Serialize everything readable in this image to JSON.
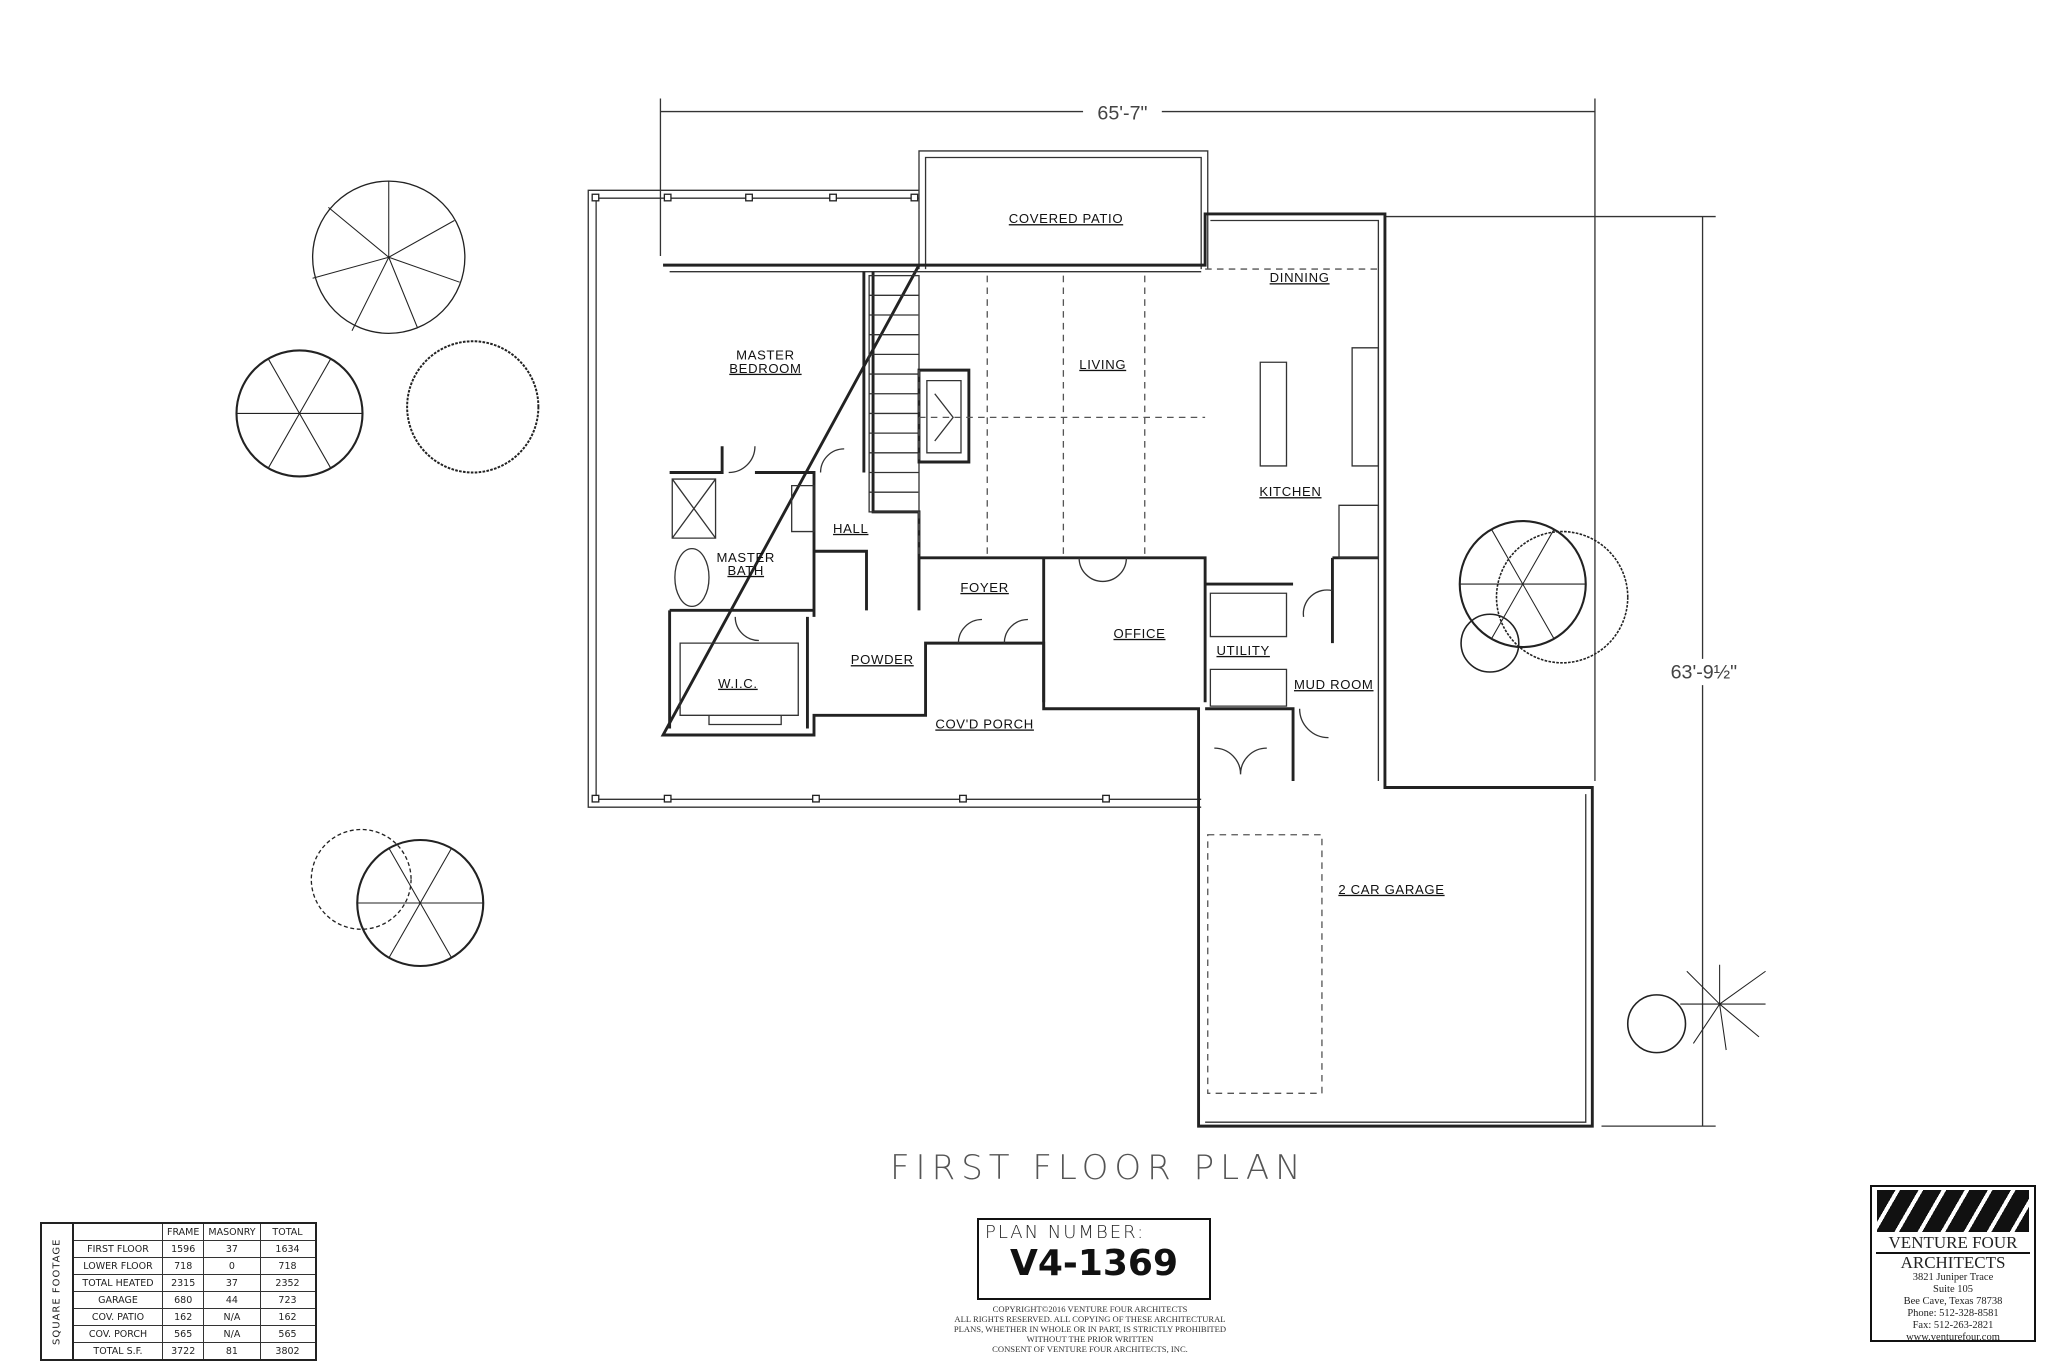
{
  "dimensions": {
    "width": "65'-7\"",
    "depth": "63'-9½\""
  },
  "rooms": {
    "covered_patio": "COVERED PATIO",
    "master_bedroom_1": "MASTER",
    "master_bedroom_2": "BEDROOM",
    "living": "LIVING",
    "dining": "DINNING",
    "kitchen": "KITCHEN",
    "hall": "HALL",
    "master_bath_1": "MASTER",
    "master_bath_2": "BATH",
    "foyer": "FOYER",
    "office": "OFFICE",
    "utility": "UTILITY",
    "mud_room": "MUD ROOM",
    "powder": "POWDER",
    "wic": "W.I.C.",
    "covd_porch": "COV'D PORCH",
    "garage": "2 CAR GARAGE"
  },
  "plan_title": "FIRST FLOOR PLAN",
  "square_footage": {
    "label": "SQUARE FOOTAGE",
    "headers": [
      "",
      "FRAME",
      "MASONRY",
      "TOTAL"
    ],
    "rows": [
      [
        "FIRST FLOOR",
        "1596",
        "37",
        "1634"
      ],
      [
        "LOWER FLOOR",
        "718",
        "0",
        "718"
      ],
      [
        "TOTAL HEATED",
        "2315",
        "37",
        "2352"
      ],
      [
        "GARAGE",
        "680",
        "44",
        "723"
      ],
      [
        "COV. PATIO",
        "162",
        "N/A",
        "162"
      ],
      [
        "COV. PORCH",
        "565",
        "N/A",
        "565"
      ],
      [
        "TOTAL S.F.",
        "3722",
        "81",
        "3802"
      ]
    ]
  },
  "plan_number": {
    "label": "PLAN NUMBER:",
    "value": "V4-1369"
  },
  "copyright": [
    "COPYRIGHT©2016 VENTURE FOUR ARCHITECTS",
    "ALL RIGHTS RESERVED. ALL COPYING OF THESE ARCHITECTURAL",
    "PLANS, WHETHER IN WHOLE OR IN PART, IS STRICTLY PROHIBITED",
    "WITHOUT THE PRIOR WRITTEN",
    "CONSENT OF VENTURE FOUR ARCHITECTS, INC."
  ],
  "firm": {
    "name_1": "VENTURE FOUR",
    "name_2": "ARCHITECTS",
    "address_1": "3821 Juniper Trace",
    "address_2": "Suite 105",
    "city": "Bee Cave, Texas 78738",
    "phone": "Phone: 512-328-8581",
    "fax": "Fax: 512-263-2821",
    "web": "www.venturefour.com"
  }
}
